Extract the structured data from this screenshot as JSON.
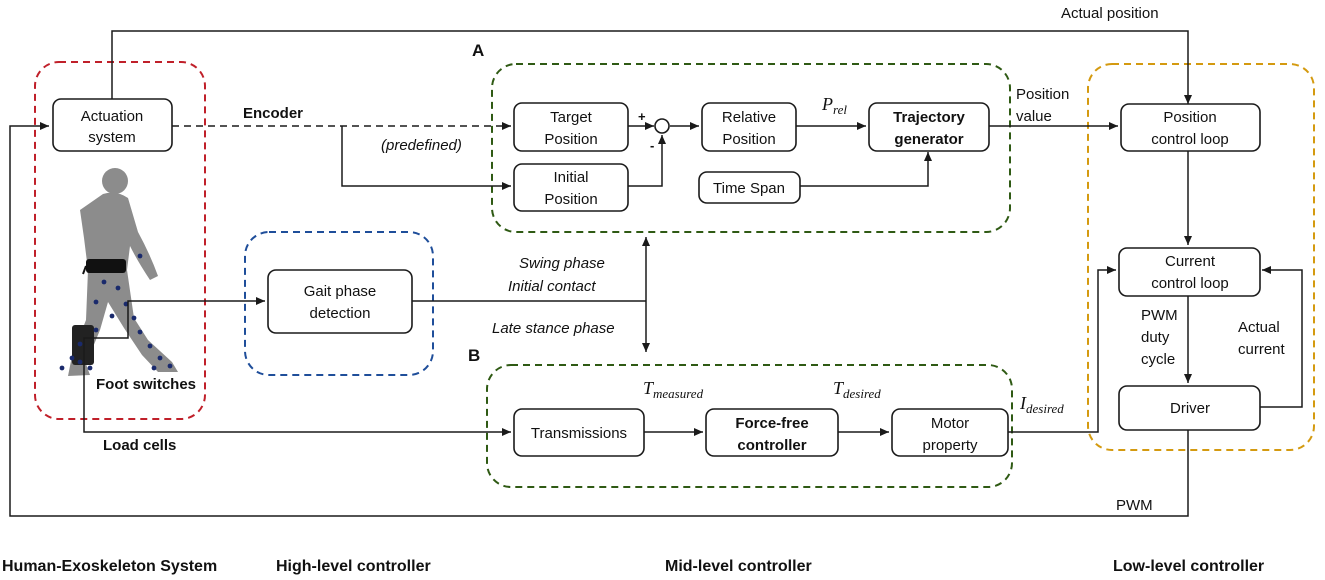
{
  "labels": {
    "panel_a": "A",
    "panel_b": "B",
    "actual_position": "Actual position",
    "encoder": "Encoder",
    "predefined": "(predefined)",
    "position_value": [
      "Position",
      "value"
    ],
    "swing_phase": "Swing phase",
    "initial_contact": "Initial contact",
    "late_stance": "Late stance phase",
    "foot_switches": "Foot switches",
    "load_cells": "Load cells",
    "pwm": "PWM",
    "pwm_duty_cycle": [
      "PWM",
      "duty",
      "cycle"
    ],
    "actual_current": [
      "Actual",
      "current"
    ],
    "plus": "+",
    "minus": "-"
  },
  "math": {
    "p_rel": {
      "base": "P",
      "sub": "rel"
    },
    "t_measured": {
      "base": "T",
      "sub": "measured"
    },
    "t_desired": {
      "base": "T",
      "sub": "desired"
    },
    "i_desired": {
      "base": "I",
      "sub": "desired"
    }
  },
  "blocks": {
    "actuation": [
      "Actuation",
      "system"
    ],
    "target_position": [
      "Target",
      "Position"
    ],
    "initial_position": [
      "Initial",
      "Position"
    ],
    "relative_position": [
      "Relative",
      "Position"
    ],
    "trajectory_generator": [
      "Trajectory",
      "generator"
    ],
    "time_span": [
      "Time Span"
    ],
    "gait_phase": [
      "Gait phase",
      "detection"
    ],
    "transmissions": [
      "Transmissions"
    ],
    "force_free": [
      "Force-free",
      "controller"
    ],
    "motor_property": [
      "Motor",
      "property"
    ],
    "position_control": [
      "Position",
      "control loop"
    ],
    "current_control": [
      "Current",
      "control loop"
    ],
    "driver": [
      "Driver"
    ]
  },
  "footer": {
    "human_exo": "Human-Exoskeleton System",
    "high_level": "High-level controller",
    "mid_level": "Mid-level controller",
    "low_level": "Low-level controller"
  },
  "colors": {
    "human_exo_border": "#c0202a",
    "gait_border": "#1f4e9a",
    "mid_border": "#2f5a14",
    "low_border": "#d49a10",
    "figure_fill": "#8c8c8c",
    "sensor_dot": "#1a2a6c"
  }
}
